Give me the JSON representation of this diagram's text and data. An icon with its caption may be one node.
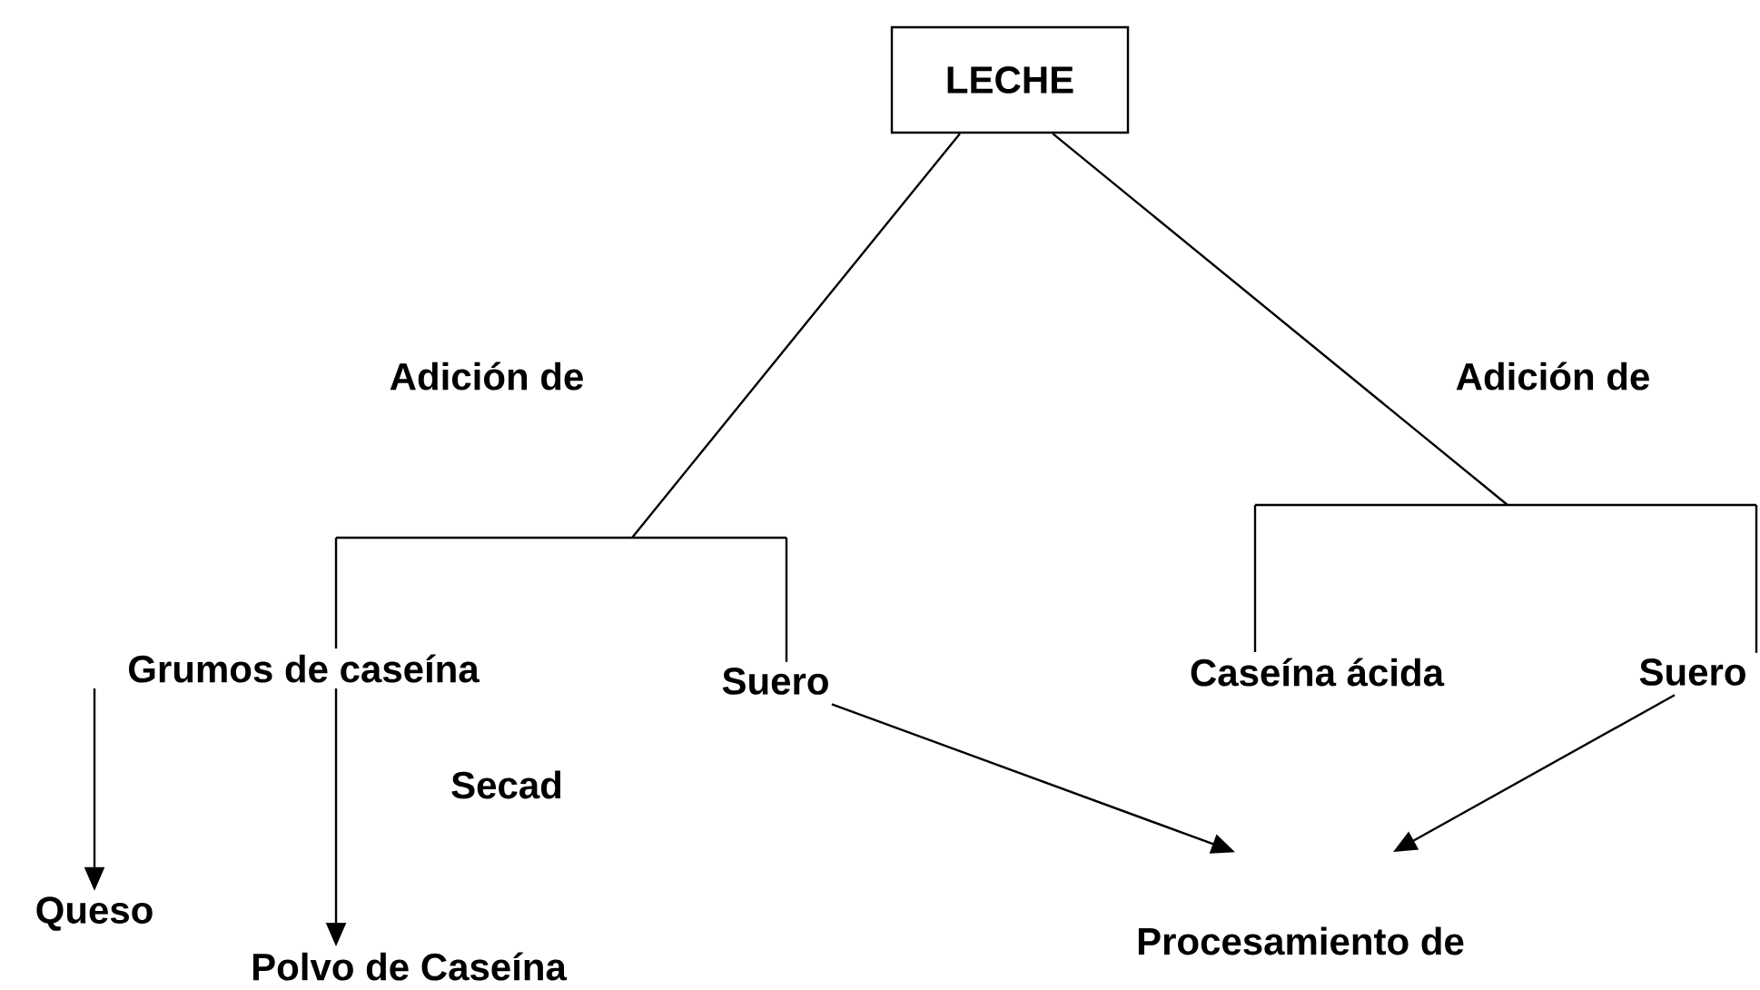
{
  "diagram": {
    "nodes": [
      {
        "text": [
          "LECHE"
        ]
      },
      {
        "text": [
          "Grumos de caseína"
        ]
      },
      {
        "text": [
          "Suero"
        ]
      },
      {
        "text": [
          "Caseína ácida"
        ]
      },
      {
        "text": [
          "Suero"
        ]
      },
      {
        "text": [
          "Queso"
        ]
      },
      {
        "text": [
          "Polvo de Caseína"
        ]
      },
      {
        "text": [
          "Procesamiento de"
        ]
      }
    ],
    "edges": [
      {
        "from": 0,
        "to": 1,
        "arrow": "none"
      },
      {
        "from": 0,
        "to": 2,
        "arrow": "none"
      },
      {
        "from": 0,
        "to": 3,
        "arrow": "none"
      },
      {
        "from": 0,
        "to": 4,
        "arrow": "none"
      },
      {
        "from": 1,
        "to": 5,
        "arrow": "to"
      },
      {
        "from": 1,
        "to": 6,
        "arrow": "to"
      },
      {
        "from": 2,
        "to": 7,
        "arrow": "to"
      },
      {
        "from": 4,
        "to": 7,
        "arrow": "to"
      }
    ],
    "labels": [
      "Adición de",
      "Adición de",
      "Secad"
    ]
  }
}
